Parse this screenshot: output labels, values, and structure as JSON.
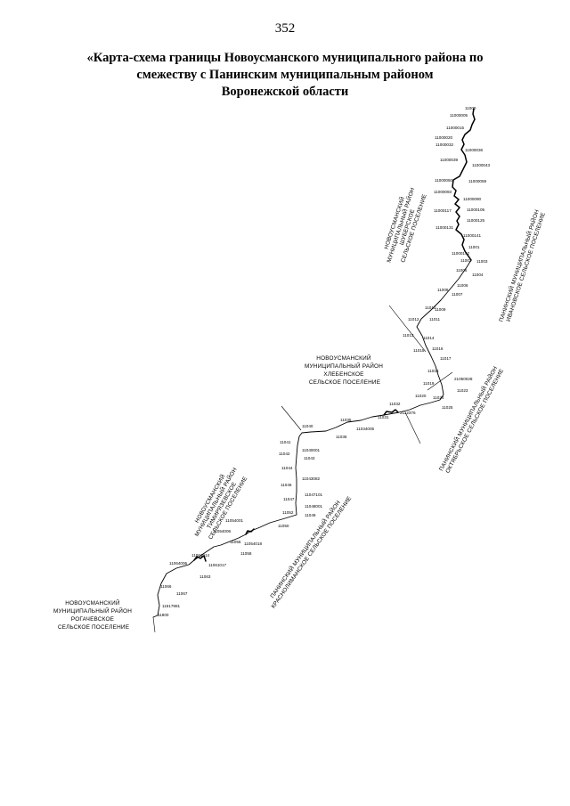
{
  "page_number": "352",
  "title": {
    "line1": "«Карта-схема границы Новоусманского муниципального района по",
    "line2": "смежеству с Панинским муниципальным районом",
    "line3": "Воронежской области"
  },
  "areas": {
    "shuberskoe": [
      "НОВОУСМАНСКИЙ",
      "МУНИЦИПАЛЬНЫЙ РАЙОН",
      "ШУБЕРСКОЕ",
      "СЕЛЬСКОЕ ПОСЕЛЕНИЕ"
    ],
    "ivanovskoe": [
      "ПАНИНСКИЙ МУНИЦИПАЛЬНЫЙ РАЙОН",
      "ИВАНОВСКОЕ СЕЛЬСКОЕ ПОСЕЛЕНИЕ"
    ],
    "khlebenskoe": [
      "НОВОУСМАНСКИЙ",
      "МУНИЦИПАЛЬНЫЙ РАЙОН",
      "ХЛЕБЕНСКОЕ",
      "СЕЛЬСКОЕ ПОСЕЛЕНИЕ"
    ],
    "oktyabrskoe": [
      "ПАНИНСКИЙ МУНИЦИПАЛЬНЫЙ РАЙОН",
      "ОКТЯБРЬСКОЕ СЕЛЬСКОЕ ПОСЕЛЕНИЕ"
    ],
    "timiryazevskoe": [
      "НОВОУСМАНСКИЙ",
      "МУНИЦИПАЛЬНЫЙ РАЙОН",
      "ТИМИРЯЗЕВСКОЕ",
      "СЕЛЬСКОЕ ПОСЕЛЕНИЕ"
    ],
    "krasnolimanskoe": [
      "ПАНИНСКИЙ МУНИЦИПАЛЬНЫЙ РАЙОН",
      "КРАСНОЛИМАНСКОЕ СЕЛЬСКОЕ ПОСЕЛЕНИЕ"
    ],
    "rogachevskoe": [
      "НОВОУСМАНСКИЙ",
      "МУНИЦИПАЛЬНЫЙ РАЙОН",
      "РОГАЧЕВСКОЕ",
      "СЕЛЬСКОЕ ПОСЕЛЕНИЕ"
    ]
  },
  "point_labels": [
    "11000",
    "11000005",
    "11000015",
    "11000020",
    "11000032",
    "11000036",
    "11000039",
    "11000043",
    "11000050",
    "11000059",
    "11000093",
    "11000090",
    "11000105",
    "11000117",
    "11000125",
    "11000131",
    "11000141",
    "11001",
    "11000142",
    "11002",
    "11003",
    "11005",
    "11004",
    "11006",
    "11008",
    "11007",
    "11009",
    "11010",
    "11012",
    "11011",
    "11013",
    "11014",
    "11015",
    "11016",
    "11017",
    "11018",
    "11019",
    "21050028",
    "11023",
    "11020",
    "11024",
    "11025",
    "11032",
    "2112376",
    "11031",
    "11035",
    "11034005",
    "11036",
    "11040",
    "11041",
    "11042",
    "11040001",
    "11043",
    "11044",
    "11043082",
    "11046",
    "11047",
    "11047101",
    "11048001",
    "11052",
    "11049",
    "11054001",
    "11050",
    "11054006",
    "11056",
    "11054018",
    "11058",
    "11064006",
    "11061014",
    "11061017",
    "11063",
    "11066",
    "11067",
    "11617981",
    "11800"
  ]
}
